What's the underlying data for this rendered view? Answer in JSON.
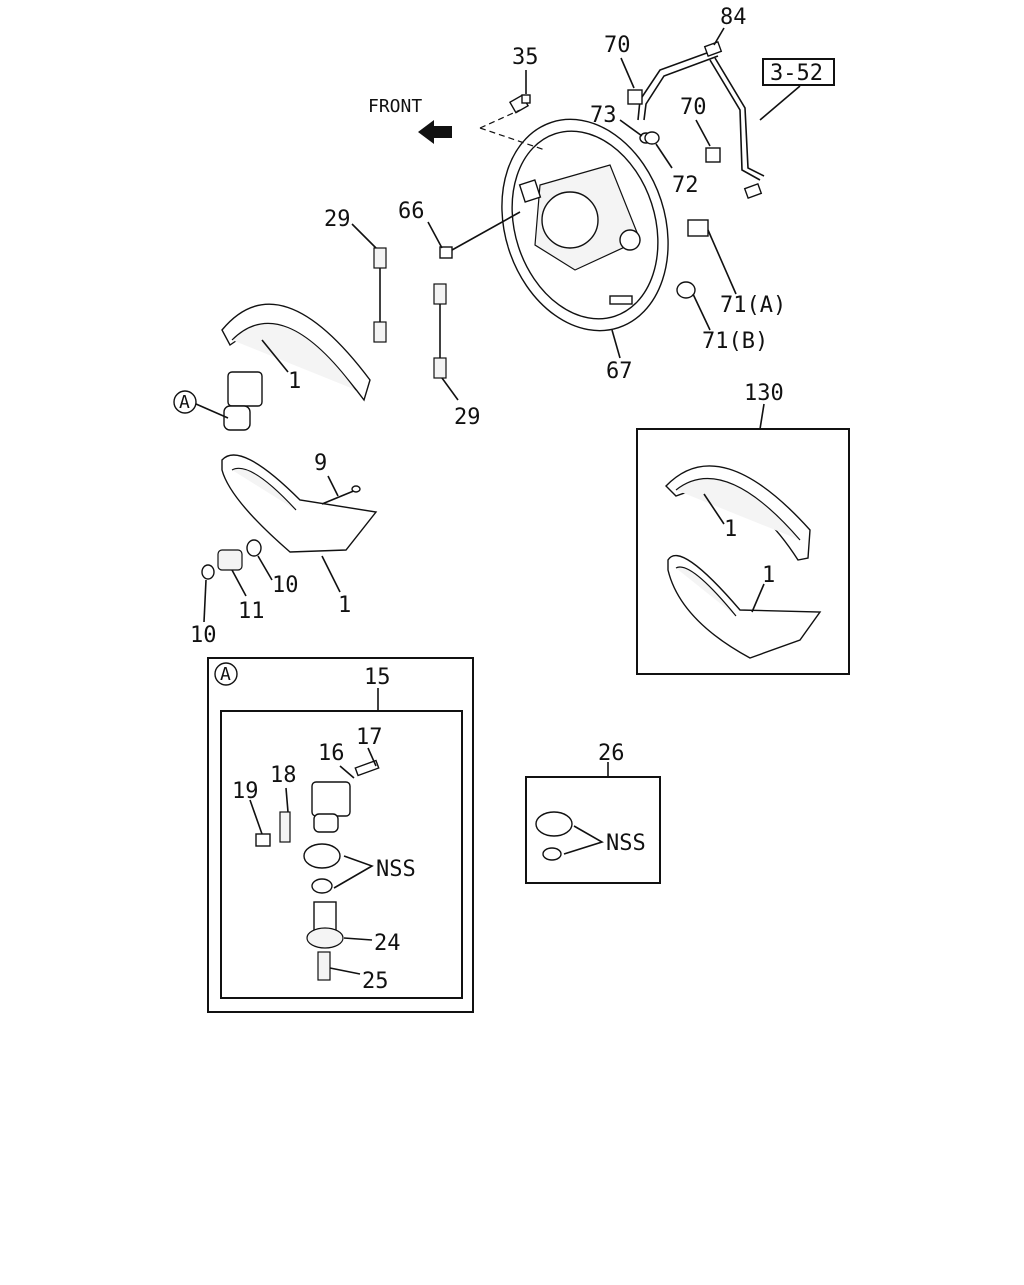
{
  "diagram": {
    "front_label": "FRONT",
    "ref_box_label": "3-52",
    "callout_circle_label": "A",
    "callouts": {
      "c84": "84",
      "c35": "35",
      "c70a": "70",
      "c70b": "70",
      "c73": "73",
      "c72": "72",
      "c66": "66",
      "c29a": "29",
      "c29b": "29",
      "c71a": "71(A)",
      "c71b": "71(B)",
      "c67": "67",
      "c1a": "1",
      "c9": "9",
      "c1b": "1",
      "c10a": "10",
      "c11": "11",
      "c10b": "10",
      "c130": "130",
      "c1c": "1",
      "c1d": "1",
      "c15": "15",
      "c17": "17",
      "c16": "16",
      "c18": "18",
      "c19": "19",
      "nss_a": "NSS",
      "c24": "24",
      "c25": "25",
      "c26": "26",
      "nss_b": "NSS"
    }
  }
}
